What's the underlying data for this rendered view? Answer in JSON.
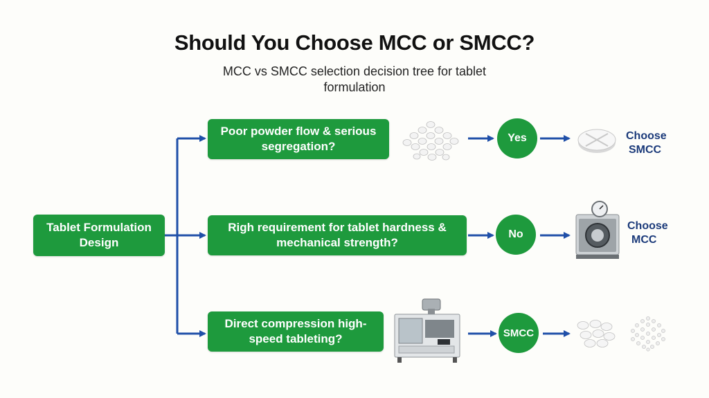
{
  "title": "Should You Choose MCC or SMCC?",
  "subtitle": "MCC vs SMCC selection decision tree for tablet formulation",
  "root": {
    "label": "Tablet Formulation Design"
  },
  "branches": [
    {
      "question": "Poor powder flow & serious segregation?",
      "answer": "Yes",
      "result_line1": "Choose",
      "result_line2": "SMCC"
    },
    {
      "question": "Righ requirement for tablet hardness & mechanical strength?",
      "answer": "No",
      "result_line1": "Choose",
      "result_line2": "MCC"
    },
    {
      "question": "Direct compression high-speed tableting?",
      "answer": "SMCC"
    }
  ],
  "icons": {
    "pills": "pile-of-white-pills-icon",
    "tablet": "scored-tablet-icon",
    "tester": "hardness-tester-machine-icon",
    "press": "tablet-press-machine-icon",
    "granules": "scattered-granules-icon"
  },
  "colors": {
    "green": "#1e9a3d",
    "arrow": "#1f4fa8",
    "result_text": "#1b3a7a"
  }
}
